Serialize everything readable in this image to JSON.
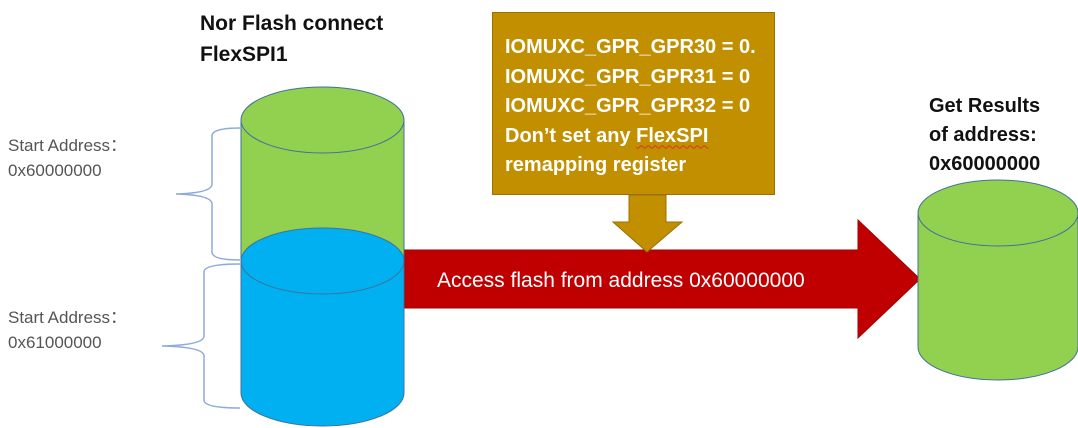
{
  "title": {
    "line1": "Nor Flash connect",
    "line2": "FlexSPI1"
  },
  "regions": [
    {
      "label": "Start Address：",
      "address": "0x60000000",
      "color": "#92d050"
    },
    {
      "label": "Start Address：",
      "address": "0x61000000",
      "color": "#00b0f0"
    }
  ],
  "note": {
    "lines": [
      "IOMUXC_GPR_GPR30 = 0.",
      "IOMUXC_GPR_GPR31 = 0",
      "IOMUXC_GPR_GPR32 = 0"
    ],
    "line4_prefix": "Don’t set any ",
    "line4_term": "FlexSPI",
    "line5": "remapping register",
    "color": "#c18f00"
  },
  "arrow": {
    "label": "Access flash from address 0x60000000",
    "color": "#c00000"
  },
  "result": {
    "lines": [
      "Get Results",
      "of address:",
      "0x60000000"
    ],
    "color": "#92d050"
  }
}
